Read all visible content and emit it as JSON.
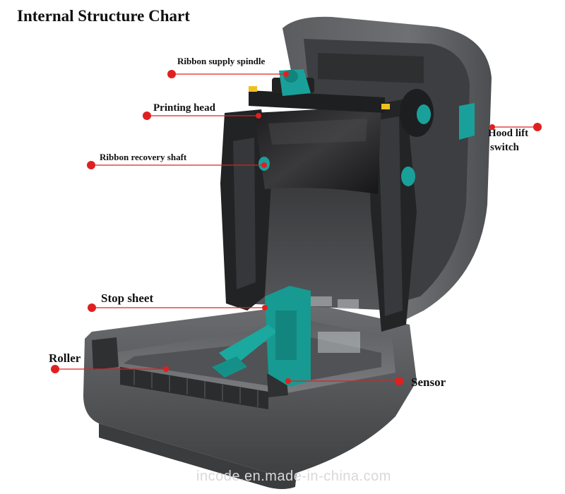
{
  "title": "Internal Structure Chart",
  "labels": {
    "ribbon_supply_spindle": "Ribbon supply spindle",
    "printing_head": "Printing head",
    "ribbon_recovery_shaft": "Ribbon recovery shaft",
    "hood_lift_line1": "Hood lift",
    "hood_lift_line2": "switch",
    "stop_sheet": "Stop sheet",
    "roller": "Roller",
    "sensor": "Sensor"
  },
  "watermark": "incode.en.made-in-china.com",
  "colors": {
    "marker": "#e02020",
    "body_dark": "#4a4c4e",
    "body_mid": "#6a6c6e",
    "accent_teal": "#1aa09a"
  }
}
